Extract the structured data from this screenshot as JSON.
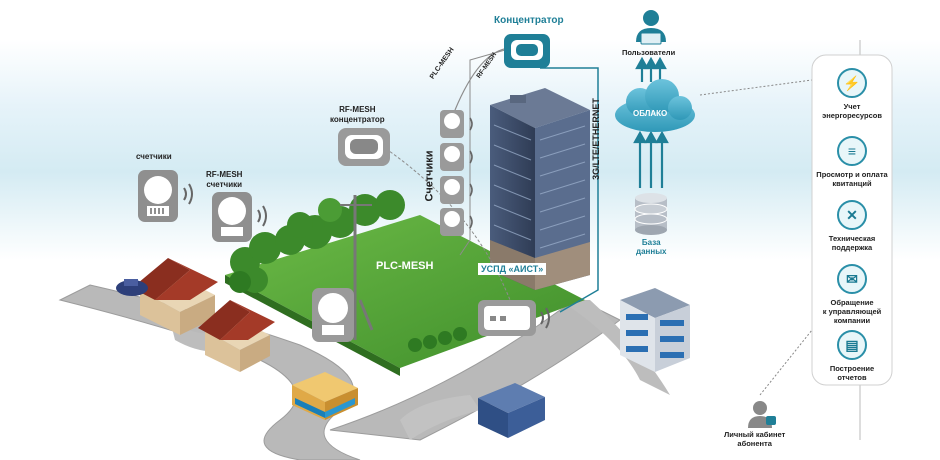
{
  "labels": {
    "concentrator": "Концентратор",
    "users": "Пользователи",
    "cloud": "ОБЛАКО",
    "database": "База\nданных",
    "rf_mesh_concentrator": "RF-MESH\nконцентратор",
    "meters_left": "счетчики",
    "rf_mesh_meters": "RF-MESH\nсчетчики",
    "meters_vertical": "Счетчики",
    "plc_mesh_top": "PLC-MESH",
    "rf_mesh_top": "RF-MESH",
    "plc_mesh_field": "PLC-MESH",
    "link": "3G/LTE/ETHERNET",
    "uspd": "УСПД «АИСТ»",
    "personal_account": "Личный кабинет\nабонента"
  },
  "sidebar": {
    "items": [
      {
        "label": "Учет\nэнергоресурсов",
        "icon": "energy-meter-icon"
      },
      {
        "label": "Просмотр и оплата\nквитанций",
        "icon": "receipt-icon"
      },
      {
        "label": "Техническая\nподдержка",
        "icon": "support-icon"
      },
      {
        "label": "Обращение\nк управляющей\nкомпании",
        "icon": "request-icon"
      },
      {
        "label": "Построение\nотчетов",
        "icon": "report-icon"
      }
    ]
  },
  "colors": {
    "accent": "#1f7f97",
    "grass": "#5aa83a",
    "sky": "#e4f2f8",
    "building": "#3d4d6b"
  }
}
